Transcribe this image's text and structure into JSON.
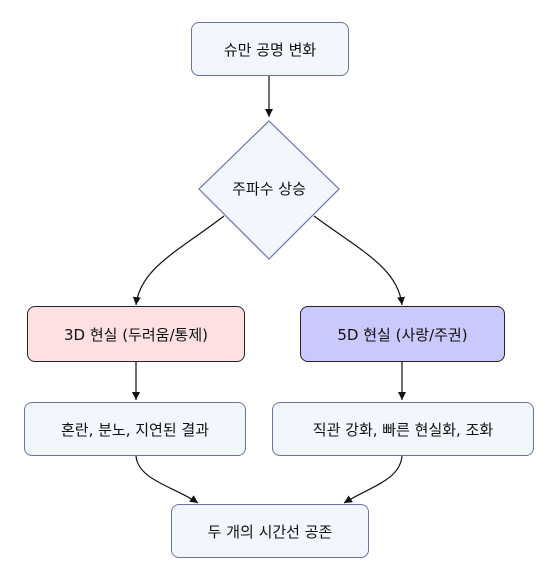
{
  "nodes": {
    "start": "슈만 공명 변화",
    "decision": "주파수 상승",
    "left_state": "3D 현실 (두려움/통제)",
    "right_state": "5D 현실 (사랑/주권)",
    "left_result": "혼란, 분노, 지연된 결과",
    "right_result": "직관 강화, 빠른 현실화, 조화",
    "end": "두 개의 시간선 공존"
  },
  "colors": {
    "light_fill": "#f2f6fd",
    "light_border": "#6c70ad",
    "fear_fill": "#fde1e1",
    "love_fill": "#c9c9fb",
    "edge": "#111111"
  }
}
